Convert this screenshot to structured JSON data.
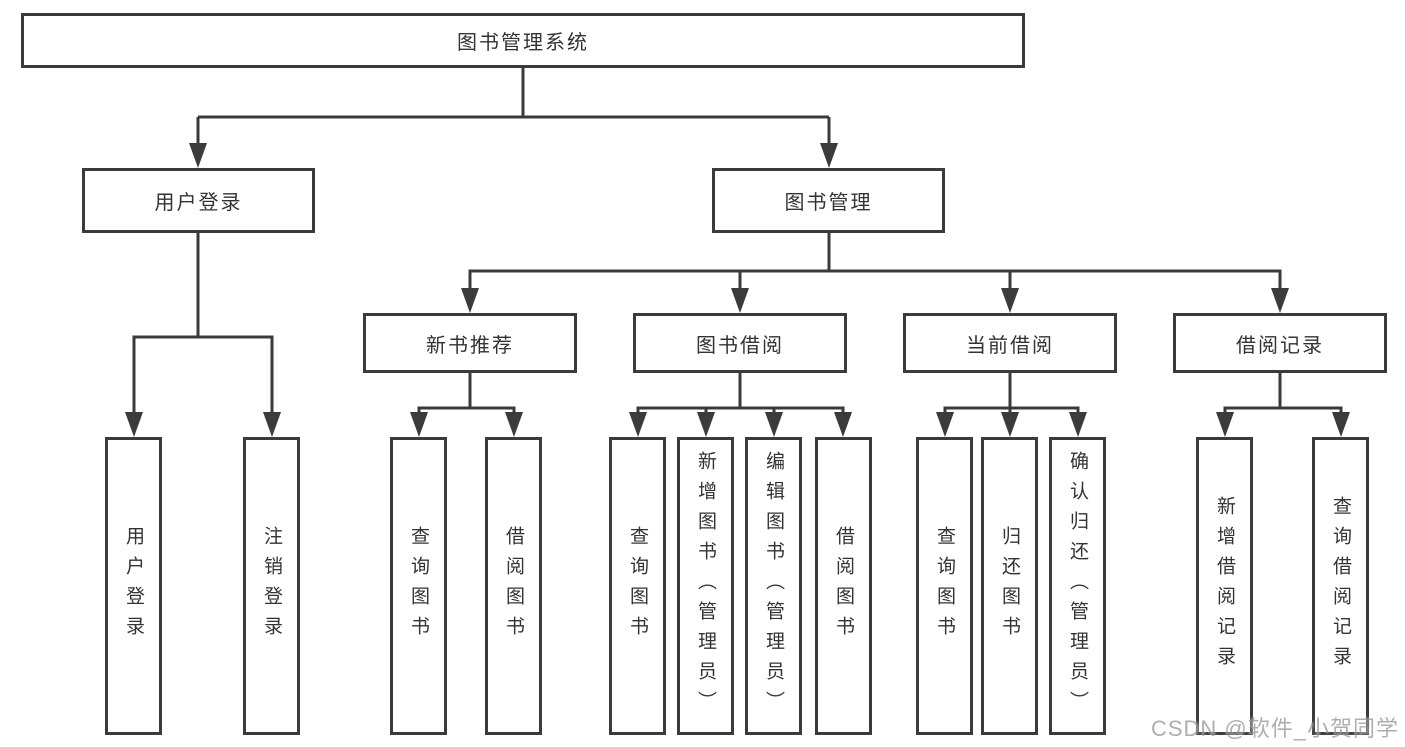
{
  "colors": {
    "line": "#3b3b3b",
    "box_border": "#3b3b3b",
    "box_bg": "#ffffff",
    "text": "#333333",
    "watermark": "#9a9a9a",
    "background": "#ffffff"
  },
  "watermark": "CSDN @软件_小贺同学",
  "tree": {
    "label": "图书管理系统",
    "children": [
      {
        "label": "用户登录",
        "children": [
          {
            "label": "用户登录"
          },
          {
            "label": "注销登录"
          }
        ]
      },
      {
        "label": "图书管理",
        "children": [
          {
            "label": "新书推荐",
            "children": [
              {
                "label": "查询图书"
              },
              {
                "label": "借阅图书"
              }
            ]
          },
          {
            "label": "图书借阅",
            "children": [
              {
                "label": "查询图书"
              },
              {
                "label": "新增图书（管理员）"
              },
              {
                "label": "编辑图书（管理员）"
              },
              {
                "label": "借阅图书"
              }
            ]
          },
          {
            "label": "当前借阅",
            "children": [
              {
                "label": "查询图书"
              },
              {
                "label": "归还图书"
              },
              {
                "label": "确认归还（管理员）"
              }
            ]
          },
          {
            "label": "借阅记录",
            "children": [
              {
                "label": "新增借阅记录"
              },
              {
                "label": "查询借阅记录"
              }
            ]
          }
        ]
      }
    ]
  }
}
